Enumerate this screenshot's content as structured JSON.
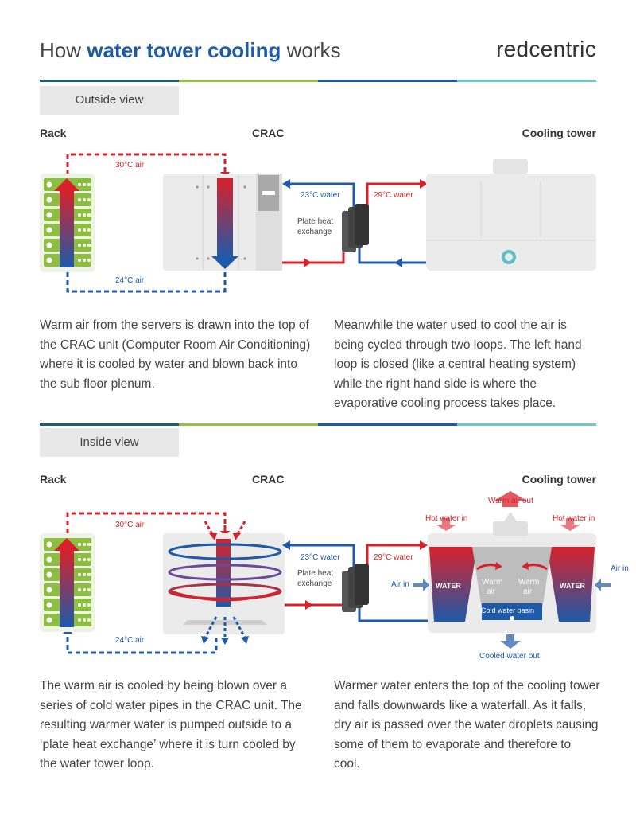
{
  "header": {
    "title_prefix": "How ",
    "title_bold": "water tower cooling",
    "title_suffix": " works",
    "brand": "redcentric"
  },
  "colors": {
    "hot": "#d8212a",
    "cold": "#1e5aa8",
    "rack_green": "#8cbe3f",
    "unit_grey": "#ebebeb",
    "rule": [
      "#1b5e7a",
      "#94c13f",
      "#1f5aa6",
      "#6ec7c8"
    ]
  },
  "outside": {
    "tab": "Outside view",
    "labels": {
      "rack": "Rack",
      "crac": "CRAC",
      "tower": "Cooling tower"
    },
    "annotations": {
      "hot_air": "30°C air",
      "cold_air": "24°C air",
      "cold_water": "23°C water",
      "warm_water": "29°C water",
      "plate_line1": "Plate heat",
      "plate_line2": "exchange"
    },
    "text_left": "Warm air from the servers is drawn into the top of the CRAC unit (Computer Room Air Conditioning) where it is cooled by water and blown back into the sub floor plenum.",
    "text_right": "Meanwhile the water used to cool the air is being cycled through two loops. The left hand loop is closed (like a central heating system) while the right hand side is where the evaporative cooling process takes place."
  },
  "inside": {
    "tab": "Inside view",
    "labels": {
      "rack": "Rack",
      "crac": "CRAC",
      "tower": "Cooling tower"
    },
    "annotations": {
      "hot_air": "30°C air",
      "cold_air": "24°C air",
      "cold_water": "23°C water",
      "warm_water": "29°C water",
      "plate_line1": "Plate heat",
      "plate_line2": "exchange",
      "warm_air_out": "Warm air out",
      "hot_water_in_left": "Hot water in",
      "hot_water_in_right": "Hot water in",
      "air_in_left": "Air in",
      "air_in_right": "Air in",
      "water_left": "WATER",
      "water_right": "WATER",
      "warm_air_1a": "Warm",
      "warm_air_1b": "air",
      "warm_air_2a": "Warm",
      "warm_air_2b": "air",
      "basin": "Cold water basin",
      "cooled_out": "Cooled water out"
    },
    "text_left": "The warm air is cooled by being blown over a series of cold water pipes in the CRAC unit. The resulting warmer water is pumped outside to a ‘plate heat exchange’ where it is turn cooled by the water tower loop.",
    "text_right": "Warmer water enters the top of the cooling tower and falls downwards like a waterfall. As it falls, dry air is passed over the water droplets causing some of them to evaporate and therefore to cool."
  }
}
